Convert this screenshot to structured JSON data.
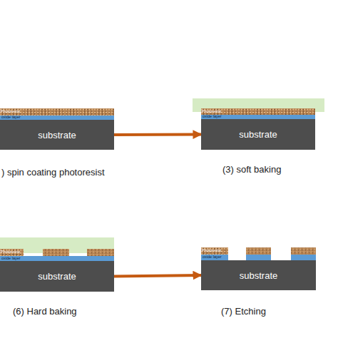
{
  "diagram": {
    "nodes": [
      {
        "text": [
          "Photoresist"
        ]
      },
      {
        "text": [
          "oxide layer"
        ]
      },
      {
        "text": [
          "substrate"
        ]
      },
      {
        "text": [
          "Photoresist"
        ]
      },
      {
        "text": [
          "oxide layer"
        ]
      },
      {
        "text": [
          "substrate"
        ]
      },
      {
        "text": [
          "Photoresist"
        ]
      },
      {
        "text": [
          "oxide layer"
        ]
      },
      {
        "text": [
          "substrate"
        ]
      },
      {
        "text": [
          "Photoresist"
        ]
      },
      {
        "text": [
          "oxide layer"
        ]
      },
      {
        "text": [
          "substrate"
        ]
      }
    ],
    "edges": [
      {
        "from": 2,
        "to": 5,
        "arrow": "to"
      },
      {
        "from": 8,
        "to": 11,
        "arrow": "to"
      }
    ],
    "labels": [
      ") spin coating photoresist",
      "(3) soft baking",
      "(6) Hard baking",
      "(7) Etching"
    ]
  }
}
